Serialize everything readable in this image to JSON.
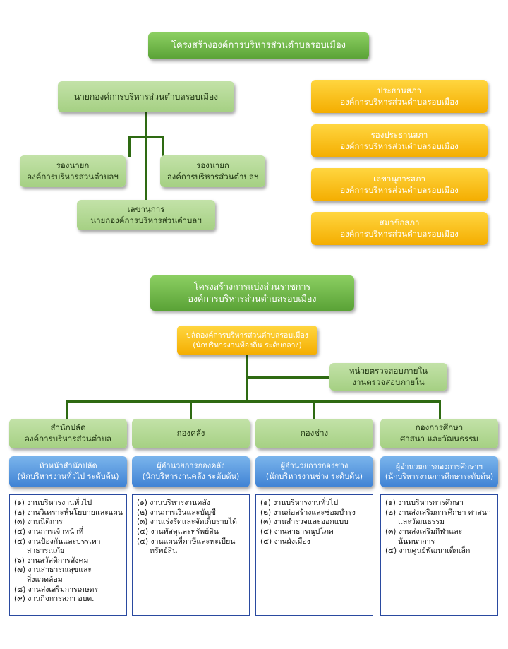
{
  "top_title": "โครงสร้างองค์การบริหารส่วนตำบลรอบเมือง",
  "exec": {
    "head": "นายกองค์การบริหารส่วนตำบลรอบเมือง",
    "deputy_left": [
      "รองนายก",
      "องค์การบริหารส่วนตำบลฯ"
    ],
    "deputy_right": [
      "รองนายก",
      "องค์การบริหารส่วนตำบลฯ"
    ],
    "secretary": [
      "เลขานุการ",
      "นายกองค์การบริหารส่วนตำบลฯ"
    ]
  },
  "council": [
    [
      "ประธานสภา",
      "องค์การบริหารส่วนตำบลรอบเมือง"
    ],
    [
      "รองประธานสภา",
      "องค์การบริหารส่วนตำบลรอบเมือง"
    ],
    [
      "เลขานุการสภา",
      "องค์การบริหารส่วนตำบลรอบเมือง"
    ],
    [
      "สมาชิกสภา",
      "องค์การบริหารส่วนตำบลรอบเมือง"
    ]
  ],
  "division_title": [
    "โครงสร้างการแบ่งส่วนราชการ",
    "องค์การบริหารส่วนตำบลรอบเมือง"
  ],
  "chief": [
    "ปลัดองค์การบริหารส่วนตำบลรอบเมือง",
    "(นักบริหารงานท้องถิ่น ระดับกลาง)"
  ],
  "audit": [
    "หน่วยตรวจสอบภายใน",
    "งานตรวจสอบภายใน"
  ],
  "departments": [
    {
      "name": [
        "สำนักปลัด",
        "องค์การบริหารส่วนตำบล"
      ],
      "head": [
        "หัวหน้าสำนักปลัด",
        "(นักบริหารงานทั่วไป ระดับต้น)"
      ],
      "tasks": [
        "(๑) งานบริหารงานทั่วไป",
        "(๒) งานวิเคราะห์นโยบายและแผน",
        "(๓) งานนิติการ",
        "(๔) งานการเจ้าหน้าที่",
        "(๕) งานป้องกันและบรรเทา",
        "สาธารณภัย",
        "(๖) งานสวัสดิการสังคม",
        "(๗) งานสาธารณสุขและ",
        "สิ่งแวดล้อม",
        "(๘) งานส่งเสริมการเกษตร",
        "(๙) งานกิจการสภา อบต."
      ]
    },
    {
      "name": [
        "กองคลัง"
      ],
      "head": [
        "ผู้อำนวยการกองคลัง",
        "(นักบริหารงานคลัง ระดับต้น)"
      ],
      "tasks": [
        "(๑) งานบริหารงานคลัง",
        "(๒) งานการเงินและบัญชี",
        "(๓) งานเร่งรัดและจัดเก็บรายได้",
        "(๔) งานพัสดุและทรัพย์สิน",
        "(๕) งานแผนที่ภาษีและทะเบียน",
        "ทรัพย์สิน"
      ]
    },
    {
      "name": [
        "กองช่าง"
      ],
      "head": [
        "ผู้อำนวยการกองช่าง",
        "(นักบริหารงานช่าง ระดับต้น)"
      ],
      "tasks": [
        "(๑) งานบริหารงานทั่วไป",
        "(๒) งานก่อสร้างและซ่อมบำรุง",
        "(๓) งานสำรวจและออกแบบ",
        "(๔) งานสาธารณูปโภค",
        "(๕) งานผังเมือง"
      ]
    },
    {
      "name": [
        "กองการศึกษา",
        "ศาสนา และวัฒนธรรม"
      ],
      "head": [
        "ผู้อำนวยการกองการศึกษาฯ",
        "(นักบริหารงานการศึกษาระดับต้น)"
      ],
      "tasks": [
        "(๑) งานบริหารการศึกษา",
        "(๒) งานส่งเสริมการศึกษา ศาสนา",
        "และวัฒนธรรม",
        "(๓) งานส่งเสริมกีฬาและ",
        "นันทนาการ",
        "(๔) งานศูนย์พัฒนาเด็กเล็ก"
      ]
    }
  ]
}
